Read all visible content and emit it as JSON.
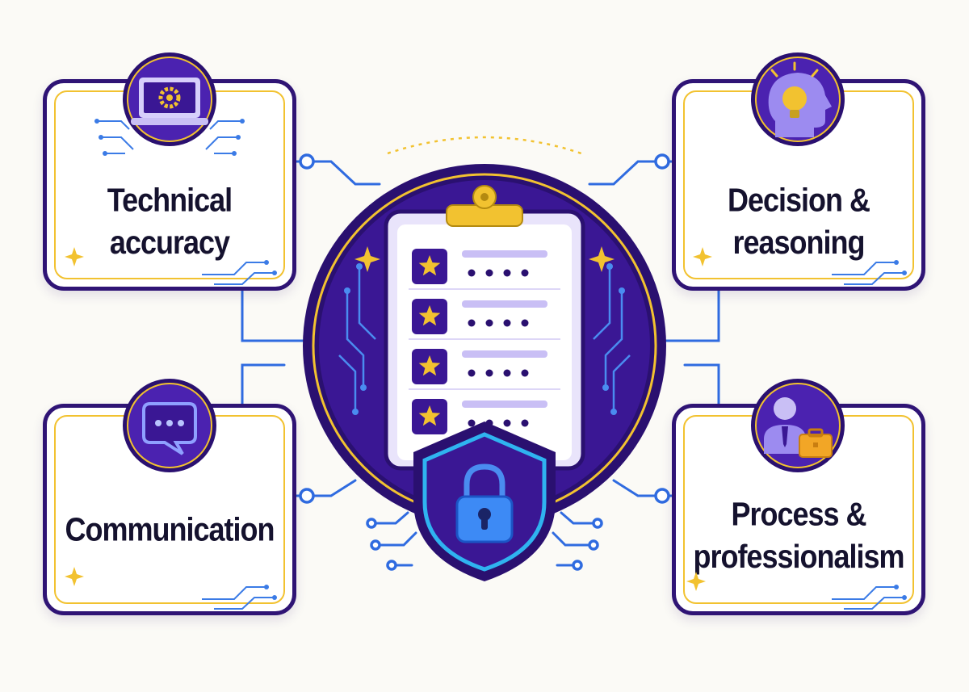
{
  "cards": {
    "technical": {
      "label_line1": "Technical",
      "label_line2": "accuracy",
      "icon": "laptop-gear-icon"
    },
    "decision": {
      "label_line1": "Decision &",
      "label_line2": "reasoning",
      "icon": "head-lightbulb-icon"
    },
    "communication": {
      "label_line1": "Communication",
      "icon": "chat-bubble-icon"
    },
    "process": {
      "label_line1": "Process &",
      "label_line2": "professionalism",
      "icon": "person-briefcase-icon"
    }
  },
  "center": {
    "icons": [
      "clipboard-checklist-icon",
      "star-icon",
      "shield-lock-icon"
    ],
    "checklist_rows": 4
  },
  "colors": {
    "navy": "#2f1475",
    "purple": "#4b22b0",
    "gold": "#f2c230",
    "circuit_blue": "#2f6be0",
    "lavender": "#c9bff5"
  }
}
